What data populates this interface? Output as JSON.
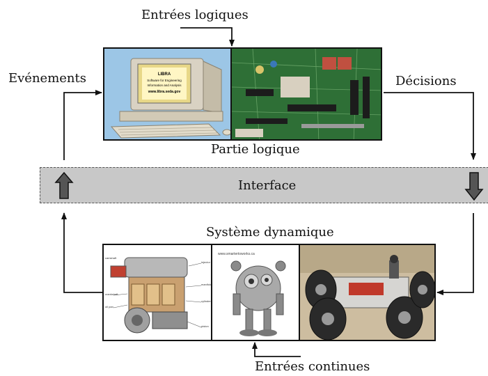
{
  "labels": {
    "logical_inputs": "Entrées logiques",
    "events": "Evénements",
    "decisions": "Décisions",
    "logic_part": "Partie logique",
    "interface": "Interface",
    "dynamic_system": "Système dynamique",
    "continuous_inputs": "Entrées continues"
  },
  "computer_screen": {
    "line1": "LIBRA",
    "line2": "Software for Engineering",
    "line3": "Information and Analysis",
    "line4": "www.libra.seda.gov"
  },
  "robot_site": "www.smartertoworks.ca",
  "engine_callouts": [
    "injector",
    "manifold",
    "cylinder",
    "piston",
    "crankshaft",
    "oil pan",
    "camshaft"
  ],
  "colors": {
    "interface_fill": "#c8c8c8",
    "arrow_fill": "#555555",
    "pcb_green": "#2f7a3a",
    "sky_blue": "#8fb9dc"
  }
}
